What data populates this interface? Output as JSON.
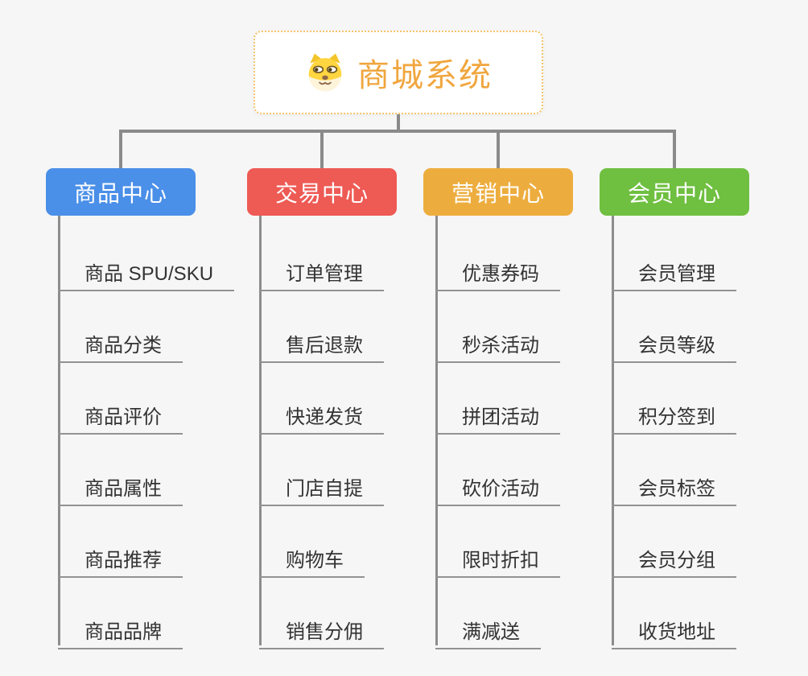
{
  "root": {
    "title": "商城系统",
    "icon": "doge-icon",
    "title_color": "#f0a63e",
    "border_color": "#f4c36a"
  },
  "colors": {
    "background": "#f6f6f6",
    "connector": "#8a8a8a",
    "leaf_text": "#333333"
  },
  "branches": [
    {
      "label": "商品中心",
      "color": "#4a8fe8",
      "items": [
        "商品 SPU/SKU",
        "商品分类",
        "商品评价",
        "商品属性",
        "商品推荐",
        "商品品牌"
      ]
    },
    {
      "label": "交易中心",
      "color": "#ee5a54",
      "items": [
        "订单管理",
        "售后退款",
        "快递发货",
        "门店自提",
        "购物车",
        "销售分佣"
      ]
    },
    {
      "label": "营销中心",
      "color": "#edad3e",
      "items": [
        "优惠券码",
        "秒杀活动",
        "拼团活动",
        "砍价活动",
        "限时折扣",
        "满减送"
      ]
    },
    {
      "label": "会员中心",
      "color": "#6fbf40",
      "items": [
        "会员管理",
        "会员等级",
        "积分签到",
        "会员标签",
        "会员分组",
        "收货地址"
      ]
    }
  ]
}
